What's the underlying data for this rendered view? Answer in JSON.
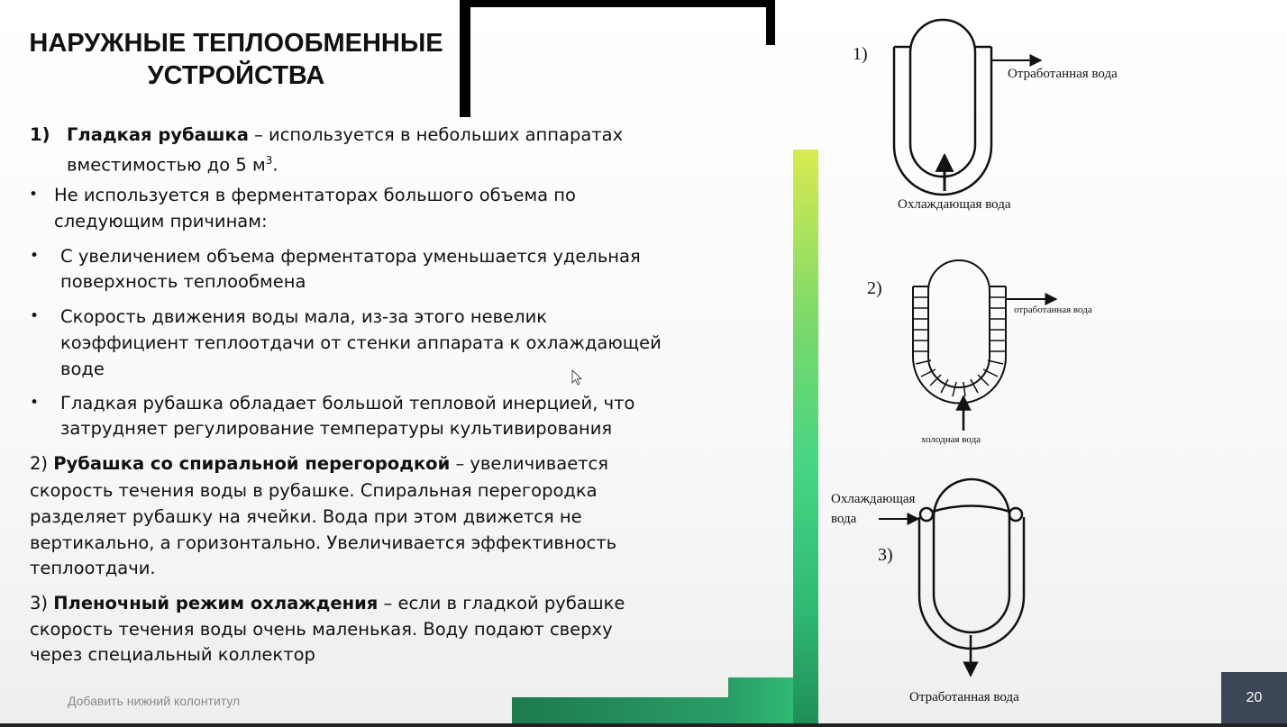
{
  "slide": {
    "title": "НАРУЖНЫЕ ТЕПЛООБМЕННЫЕ УСТРОЙСТВА",
    "item1": {
      "number": "1)",
      "bold": "Гладкая рубашка",
      "line1_rest": " – используется в небольших аппаратах",
      "line2": "вместимостью до 5 м",
      "line2_sup": "3",
      "line2_end": "."
    },
    "bullets": [
      {
        "line1": "Не используется в ферментаторах большого объема по",
        "line2": "следующим причинам:"
      },
      {
        "line1": "С увеличением объема ферментатора уменьшается удельная",
        "line2": "поверхность теплообмена"
      },
      {
        "line1": "Скорость движения воды мала, из-за этого невелик",
        "line2": "коэффициент теплоотдачи от стенки аппарата к охлаждающей",
        "line3": "воде"
      },
      {
        "line1": "Гладкая рубашка обладает большой тепловой инерцией, что",
        "line2": "затрудняет регулирование температуры культивирования"
      }
    ],
    "bullet_glyph": "•",
    "item2": {
      "prefix": "2) ",
      "bold": "Рубашка со спиральной перегородкой",
      "line1_rest": " – увеличивается",
      "lines": [
        "скорость течения воды в рубашке. Спиральная перегородка",
        "разделяет рубашку на ячейки. Вода при этом движется не",
        "вертикально, а горизонтально. Увеличивается эффективность",
        "теплоотдачи."
      ]
    },
    "item3": {
      "prefix": "3) ",
      "bold": "Пленочный режим охлаждения",
      "line1_rest": " – если в гладкой рубашке",
      "lines": [
        "скорость течения воды очень маленькая. Воду подают сверху",
        "через специальный коллектор"
      ]
    },
    "footer": "Добавить нижний колонтитул",
    "page_number": "20"
  },
  "diagrams": {
    "d1": {
      "number": "1)",
      "outlet": "Отработанная вода",
      "inlet": "Охлаждающая вода"
    },
    "d2": {
      "number": "2)",
      "outlet": "отработанная вода",
      "inlet": "холодная вода"
    },
    "d3": {
      "number": "3)",
      "inlet_line1": "Охлаждающая",
      "inlet_line2": "вода",
      "outlet": "Отработанная вода"
    }
  }
}
